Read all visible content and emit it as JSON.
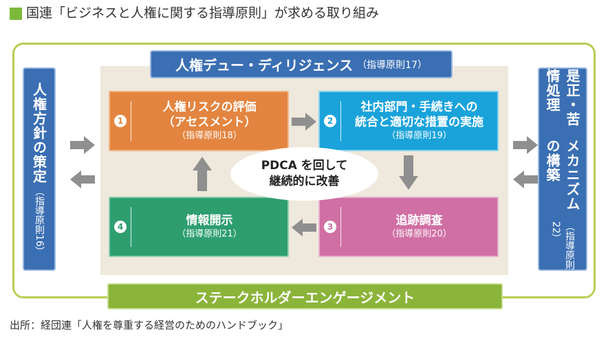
{
  "header": {
    "title": "国連「ビジネスと人権に関する指導原則」が求める取り組み"
  },
  "top_bar": {
    "title": "人権デュー・ディリジェンス",
    "ref": "（指導原則17）"
  },
  "left_side": {
    "title": "人権方針の策定",
    "ref": "（指導原則16）"
  },
  "right_side": {
    "title_line1": "是正・苦情処理",
    "title_line2": "メカニズムの構築",
    "ref": "（指導原則22）"
  },
  "steps": [
    {
      "number": "1",
      "line1": "人権リスクの評価",
      "line2": "（アセスメント）",
      "ref": "（指導原則18）"
    },
    {
      "number": "2",
      "line1": "社内部門・手続きへの",
      "line2": "統合と適切な措置の実施",
      "ref": "（指導原則19）"
    },
    {
      "number": "3",
      "line1": "追跡調査",
      "ref": "（指導原則20）"
    },
    {
      "number": "4",
      "line1": "情報開示",
      "ref": "（指導原則21）"
    }
  ],
  "center": {
    "line1": "PDCA を回して",
    "line2": "継続的に改善"
  },
  "bottom_bar": {
    "title": "ステークホルダーエンゲージメント"
  },
  "source": "出所：経団連「人権を尊重する経営のためのハンドブック」",
  "colors": {
    "accent_green": "#7dba3b",
    "frame_border": "#b7cf52",
    "blue": "#3b6fb3",
    "orange": "#e38540",
    "cyan": "#1aa3da",
    "pink": "#d06fa4",
    "green": "#2e9e6f",
    "olive": "#8bb43a",
    "arrow_gray": "#8f8f8f"
  }
}
